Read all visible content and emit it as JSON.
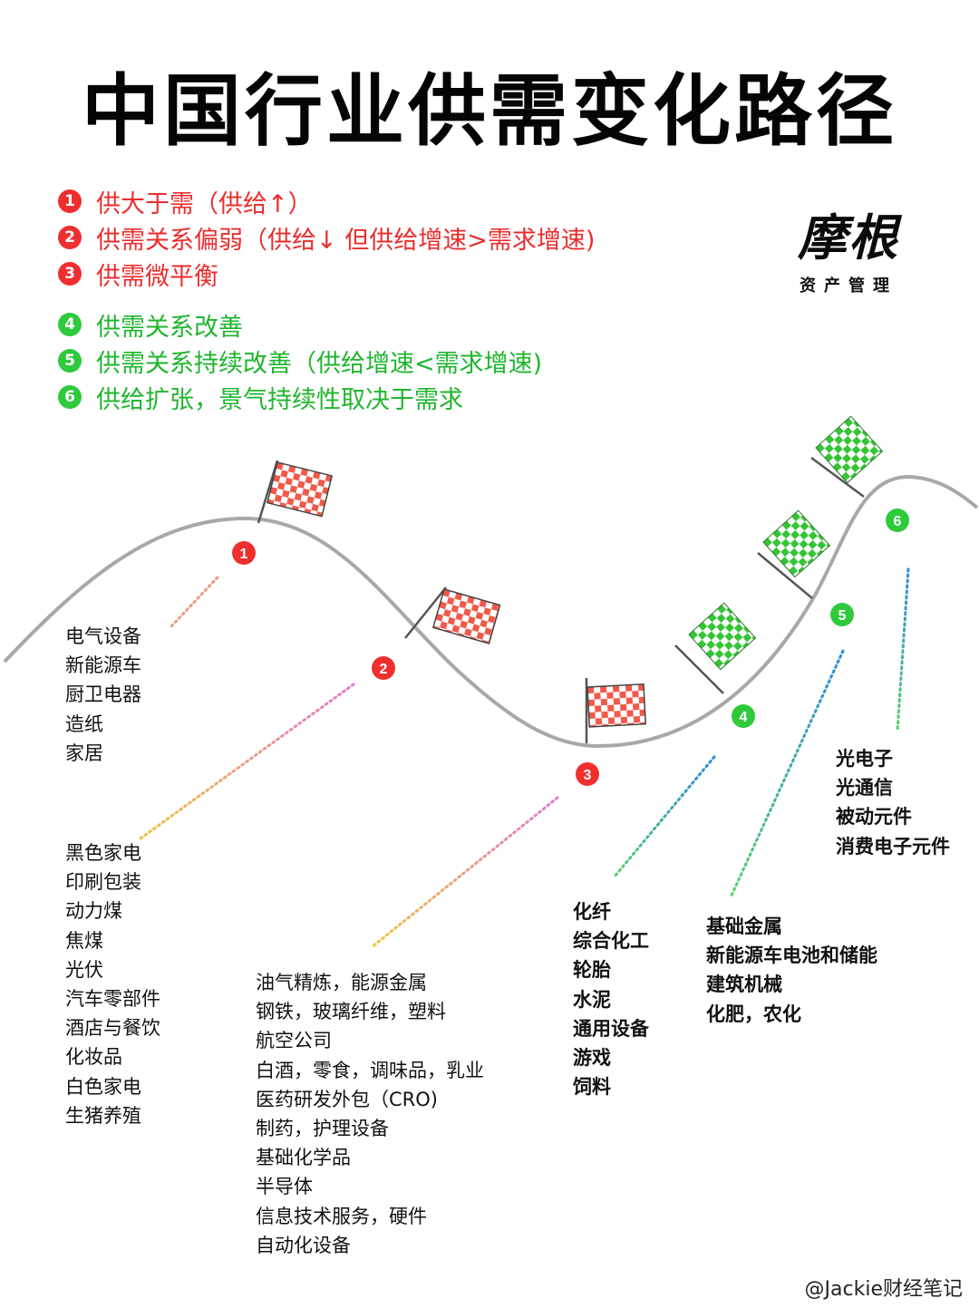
{
  "title": "中国行业供需变化路径",
  "legend": [
    {
      "num": "1",
      "text": "供大于需（供给↑）",
      "color": "red"
    },
    {
      "num": "2",
      "text": "供需关系偏弱（供给↓ 但供给增速>需求增速)",
      "color": "red"
    },
    {
      "num": "3",
      "text": "供需微平衡",
      "color": "red"
    },
    {
      "num": "4",
      "text": "供需关系改善",
      "color": "green"
    },
    {
      "num": "5",
      "text": "供需关系持续改善（供给增速<需求增速)",
      "color": "green"
    },
    {
      "num": "6",
      "text": "供给扩张，景气持续性取决于需求",
      "color": "green"
    }
  ],
  "logo": {
    "main": "摩根",
    "sub": "资产管理"
  },
  "groups": [
    {
      "num": "1",
      "items": [
        "电气设备",
        "新能源车",
        "厨卫电器",
        "造纸",
        "家居"
      ]
    },
    {
      "num": "2",
      "items": [
        "黑色家电",
        "印刷包装",
        "动力煤",
        "焦煤",
        "光伏",
        "汽车零部件",
        "酒店与餐饮",
        "化妆品",
        "白色家电",
        "生猪养殖"
      ]
    },
    {
      "num": "3",
      "items": [
        "油气精炼，能源金属",
        "钢铁，玻璃纤维，塑料",
        "航空公司",
        "白酒，零食，调味品，乳业",
        "医药研发外包（CRO)",
        "制药，护理设备",
        "基础化学品",
        "半导体",
        "信息技术服务，硬件",
        "自动化设备"
      ]
    },
    {
      "num": "4",
      "items": [
        "化纤",
        "综合化工",
        "轮胎",
        "水泥",
        "通用设备",
        "游戏",
        "饲料"
      ]
    },
    {
      "num": "5",
      "items": [
        "基础金属",
        "新能源车电池和储能",
        "建筑机械",
        "化肥，农化"
      ]
    },
    {
      "num": "6",
      "items": [
        "光电子",
        "光通信",
        "被动元件",
        "消费电子元件"
      ]
    }
  ],
  "colors": {
    "red": "#ef2f2f",
    "green": "#2fc93c",
    "curve": "#a8a8a8"
  },
  "credit": "@Jackie财经笔记"
}
